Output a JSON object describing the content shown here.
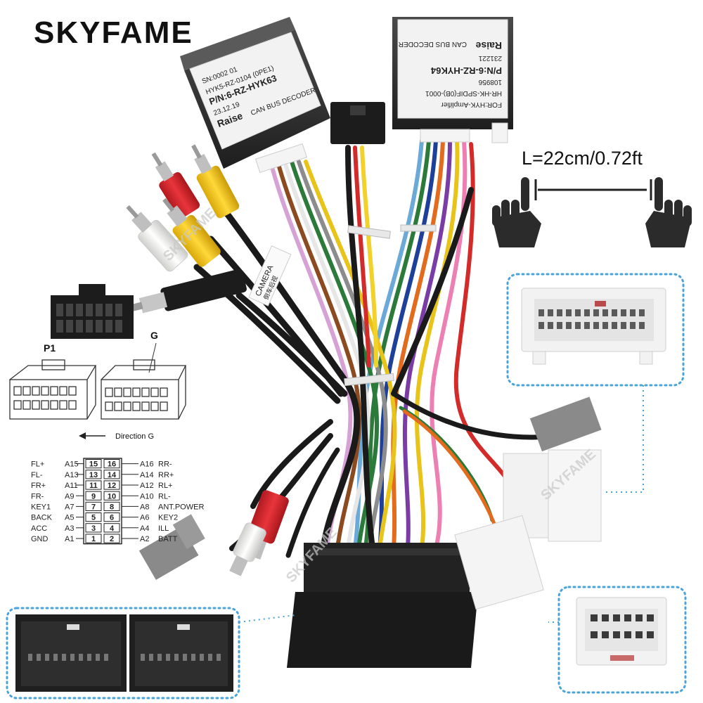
{
  "brand": "SKYFAME",
  "length_label": "L=22cm/0.72ft",
  "decoder_left": {
    "brand": "Raise",
    "title": "CAN BUS DECODER",
    "part_no": "P/N:6-RZ-HYK63",
    "date": "23.12.19",
    "code": "HYK5-RZ-0104 (0PE1)",
    "sn": "SN:0002 01"
  },
  "decoder_right": {
    "brand": "Raise",
    "title": "CAN BUS DECODER",
    "part_no": "P/N:6-RZ-HYK64",
    "date": "231221",
    "code": "HR-HK-SPDIF(0B)-0001",
    "serial": "108956",
    "for": "FOR:HYK-Amplifier"
  },
  "camera_tag": "CAMERA",
  "camera_tag_cn": "倒车后视",
  "watermark": "SKYFAME",
  "p1_label": "P1",
  "g_label": "G",
  "direction_label": "Direction G",
  "pinout": {
    "rows": [
      {
        "left_name": "FL+",
        "left_pin": "A15",
        "n1": "15",
        "n2": "16",
        "right_pin": "A16",
        "right_name": "RR-"
      },
      {
        "left_name": "FL-",
        "left_pin": "A13",
        "n1": "13",
        "n2": "14",
        "right_pin": "A14",
        "right_name": "RR+"
      },
      {
        "left_name": "FR+",
        "left_pin": "A11",
        "n1": "11",
        "n2": "12",
        "right_pin": "A12",
        "right_name": "RL+"
      },
      {
        "left_name": "FR-",
        "left_pin": "A9",
        "n1": "9",
        "n2": "10",
        "right_pin": "A10",
        "right_name": "RL-"
      },
      {
        "left_name": "KEY1",
        "left_pin": "A7",
        "n1": "7",
        "n2": "8",
        "right_pin": "A8",
        "right_name": "ANT.POWER"
      },
      {
        "left_name": "BACK",
        "left_pin": "A5",
        "n1": "5",
        "n2": "6",
        "right_pin": "A6",
        "right_name": "KEY2"
      },
      {
        "left_name": "ACC",
        "left_pin": "A3",
        "n1": "3",
        "n2": "4",
        "right_pin": "A4",
        "right_name": "ILL"
      },
      {
        "left_name": "GND",
        "left_pin": "A1",
        "n1": "1",
        "n2": "2",
        "right_pin": "A2",
        "right_name": "BATT"
      }
    ]
  },
  "colors": {
    "black": "#1a1a1a",
    "red": "#d8232a",
    "yellow": "#f2c418",
    "white": "#f0f0ee",
    "gray": "#8a8a8a",
    "dotted_border": "#4aa3d8"
  }
}
